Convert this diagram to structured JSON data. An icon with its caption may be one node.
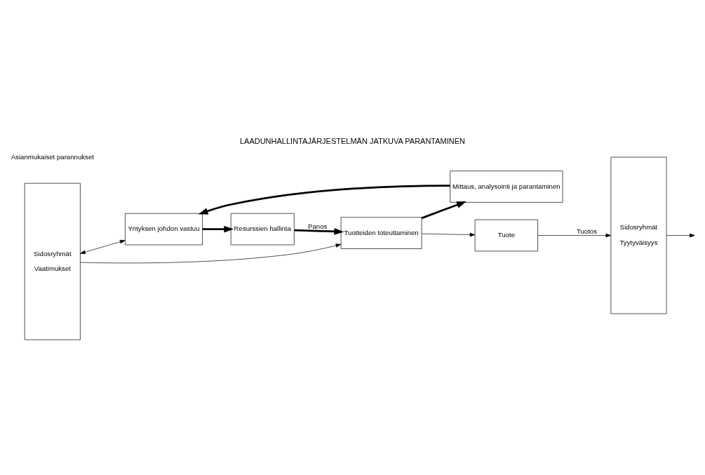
{
  "diagram": {
    "title": "LAADUNHALLINTAJÄRJESTELMÄN JATKUVA PARANTAMINEN",
    "nodes": [
      {
        "text": [
          "Sidosryhmät",
          "Vaatimukset"
        ]
      },
      {
        "text": [
          "Yrityksen johdon vastuu"
        ]
      },
      {
        "text": [
          "Resurssien hallinta"
        ]
      },
      {
        "text": [
          "Mittaus, analysointi ja parantaminen"
        ]
      },
      {
        "text": [
          "Tuotteiden toteuttaminen"
        ]
      },
      {
        "text": [
          "Tuote"
        ]
      },
      {
        "text": [
          "Sidosryhmät",
          "Tyytyväisyys"
        ]
      }
    ],
    "edges": [
      {
        "from": 0,
        "to": 1,
        "arrow": "both"
      },
      {
        "from": 1,
        "to": 2,
        "arrow": "to",
        "style": "thick"
      },
      {
        "from": 2,
        "to": 4,
        "label": "Panos",
        "arrow": "to",
        "style": "thick"
      },
      {
        "from": 4,
        "to": 3,
        "arrow": "to",
        "style": "thick"
      },
      {
        "from": 3,
        "to": 1,
        "arrow": "to",
        "style": "thick"
      },
      {
        "from": 6,
        "to": null,
        "arrow": "to"
      },
      {
        "from": 0,
        "to": 4,
        "arrow": "to"
      },
      {
        "from": 4,
        "to": 5,
        "arrow": "to"
      },
      {
        "from": 5,
        "to": 6,
        "label": "Tuotos",
        "arrow": "to"
      }
    ],
    "labels": [
      "Asianmukaiset parannukset"
    ]
  }
}
